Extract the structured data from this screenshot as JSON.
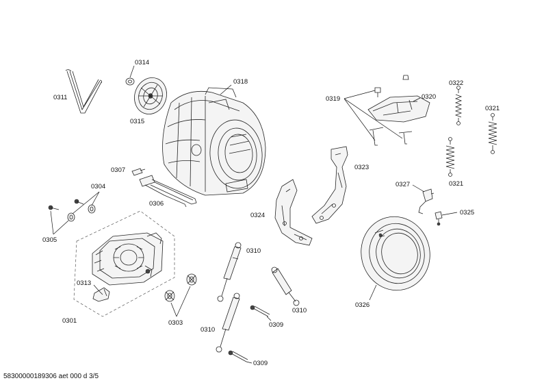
{
  "labels": {
    "p0311": "0311",
    "p0314": "0314",
    "p0315": "0315",
    "p0318": "0318",
    "p0319": "0319",
    "p0320": "0320",
    "p0322": "0322",
    "p0321a": "0321",
    "p0321b": "0321",
    "p0307": "0307",
    "p0304": "0304",
    "p0306": "0306",
    "p0323": "0323",
    "p0327": "0327",
    "p0325": "0325",
    "p0324": "0324",
    "p0305": "0305",
    "p0310a": "0310",
    "p0310b": "0310",
    "p0310c": "0310",
    "p0313": "0313",
    "p0326": "0326",
    "p0301": "0301",
    "p0303": "0303",
    "p0309a": "0309",
    "p0309b": "0309"
  },
  "footer": "58300000189306 aet 000 d 3/5"
}
